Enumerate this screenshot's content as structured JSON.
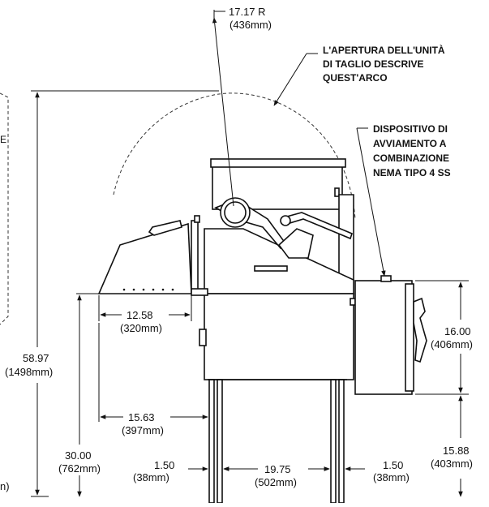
{
  "radius": {
    "value": "17.17 R",
    "metric": "(436mm)"
  },
  "arc_note": [
    "L'APERTURA DELL'UNITÀ",
    "DI TAGLIO DESCRIVE",
    "QUEST'ARCO"
  ],
  "starter_note": [
    "DISPOSITIVO DI",
    "AVVIAMENTO A",
    "COMBINAZIONE",
    "NEMA TIPO 4 SS"
  ],
  "dims": {
    "d1258": {
      "value": "12.58",
      "metric": "(320mm)"
    },
    "d1563": {
      "value": "15.63",
      "metric": "(397mm)"
    },
    "d5897": {
      "value": "58.97",
      "metric": "(1498mm)"
    },
    "d3000": {
      "value": "30.00",
      "metric": "(762mm)"
    },
    "d150a": {
      "value": "1.50",
      "metric": "(38mm)"
    },
    "d1975": {
      "value": "19.75",
      "metric": "(502mm)"
    },
    "d150b": {
      "value": "1.50",
      "metric": "(38mm)"
    },
    "d1600": {
      "value": "16.00",
      "metric": "(406mm)"
    },
    "d1588": {
      "value": "15.88",
      "metric": "(403mm)"
    }
  },
  "edge_fragments": {
    "left_e": "E",
    "bottom_left": "n)"
  }
}
